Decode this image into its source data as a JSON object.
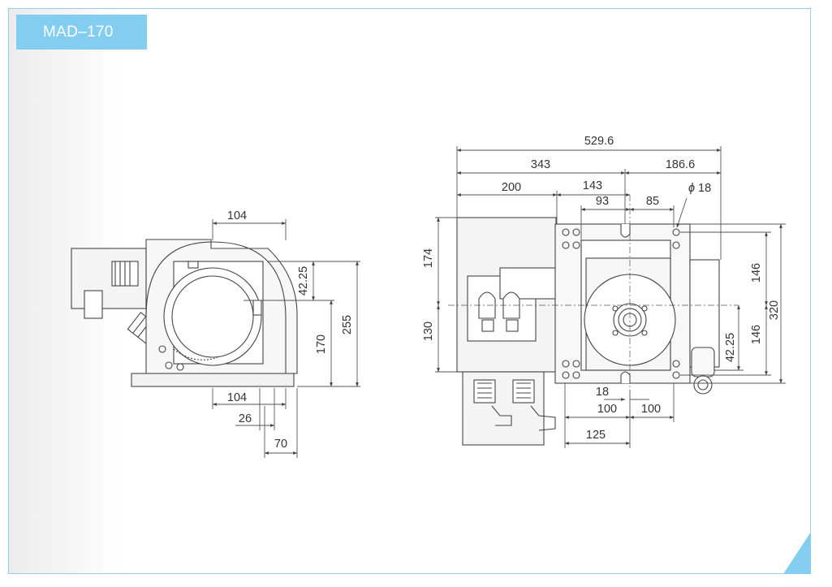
{
  "title": "MAD–170",
  "accent_color": "#82cdf0",
  "left_view": {
    "dimensions": {
      "top_104": "104",
      "bottom_104": "104",
      "d_26": "26",
      "d_70": "70",
      "d_42_25": "42.25",
      "d_170": "170",
      "d_255": "255"
    }
  },
  "right_view": {
    "dimensions": {
      "overall_529_6": "529.6",
      "d_343": "343",
      "d_186_6": "186.6",
      "d_200": "200",
      "d_143": "143",
      "d_93": "93",
      "d_85": "85",
      "hole_phi": "ϕ",
      "hole_18": "18",
      "d_174": "174",
      "d_130": "130",
      "d_146_top": "146",
      "d_146_bottom": "146",
      "d_320": "320",
      "d_42_25": "42.25",
      "d_18": "18",
      "d_100_left": "100",
      "d_100_right": "100",
      "d_125": "125"
    }
  }
}
